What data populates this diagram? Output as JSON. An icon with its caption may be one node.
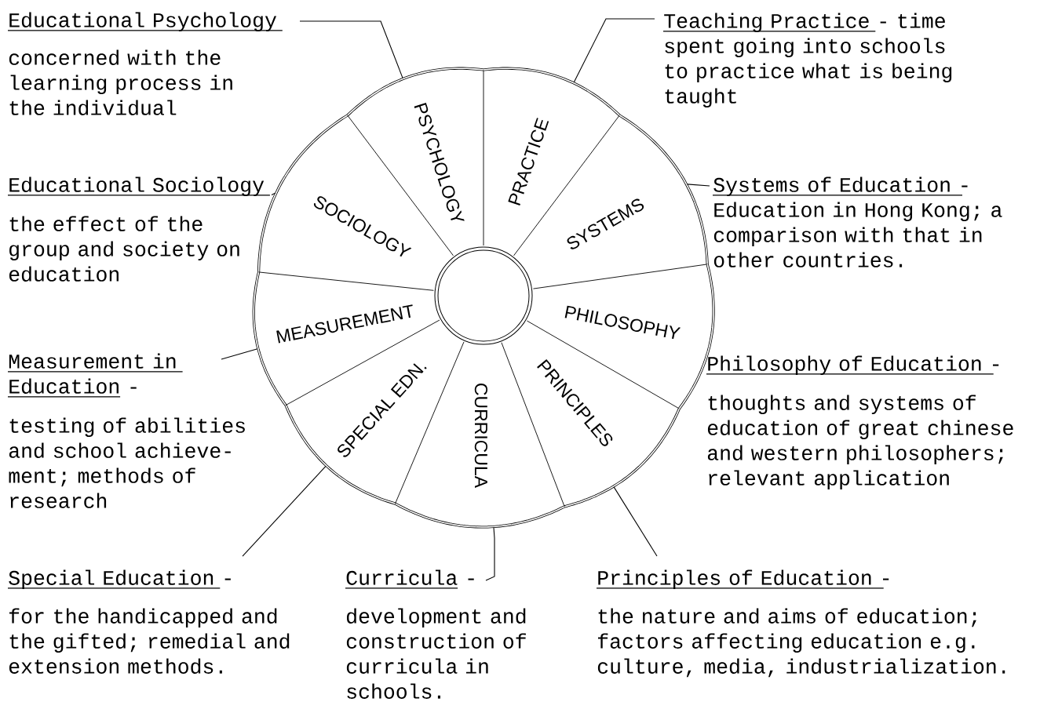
{
  "diagram": {
    "nodes": [
      {
        "text": [
          "Educational Psychology",
          "concerned with the learning process in the individual"
        ]
      },
      {
        "text": [
          "Teaching Practice",
          "- time spent going into schools to practice what is being taught"
        ]
      },
      {
        "text": [
          "Educational Sociology",
          "the effect of the group and society on education"
        ]
      },
      {
        "text": [
          "Systems of Education",
          "-",
          "Education in Hong Kong; a comparison with that in other countries."
        ]
      },
      {
        "text": [
          "Measurement in Education",
          "-",
          "testing of abilities and school achieve- ment; methods of research"
        ]
      },
      {
        "text": [
          "Philosophy of Education",
          "-",
          "thoughts and systems of education of great chinese and western philosophers; relevant application"
        ]
      },
      {
        "text": [
          "Special Education",
          "-",
          "for the handicapped and the gifted; remedial and extension methods."
        ]
      },
      {
        "text": [
          "Curricula",
          "-",
          "development and construction of curricula in schools."
        ]
      },
      {
        "text": [
          "Principles of Education",
          "-",
          "the nature and aims of education; factors affecting education e.g. culture, media, industrialization."
        ]
      },
      {
        "text": [
          "PSYCHOLOGY"
        ]
      },
      {
        "text": [
          "PRACTICE"
        ]
      },
      {
        "text": [
          "SOCIOLOGY"
        ]
      },
      {
        "text": [
          "SYSTEMS"
        ]
      },
      {
        "text": [
          "MEASUREMENT"
        ]
      },
      {
        "text": [
          "PHILOSOPHY"
        ]
      },
      {
        "text": [
          "PRINCIPLES"
        ]
      },
      {
        "text": [
          "SPECIAL EDN."
        ]
      },
      {
        "text": [
          "CURRICULA"
        ]
      }
    ],
    "edges": [
      {
        "from": 0,
        "to": 9,
        "arrow": "none"
      },
      {
        "from": 1,
        "to": 10,
        "arrow": "none"
      },
      {
        "from": 2,
        "to": 11,
        "arrow": "none"
      },
      {
        "from": 3,
        "to": 12,
        "arrow": "none"
      },
      {
        "from": 4,
        "to": 13,
        "arrow": "none"
      },
      {
        "from": 6,
        "to": 16,
        "arrow": "none"
      },
      {
        "from": 7,
        "to": 17,
        "arrow": "none"
      },
      {
        "from": 8,
        "to": 15,
        "arrow": "none"
      }
    ]
  }
}
